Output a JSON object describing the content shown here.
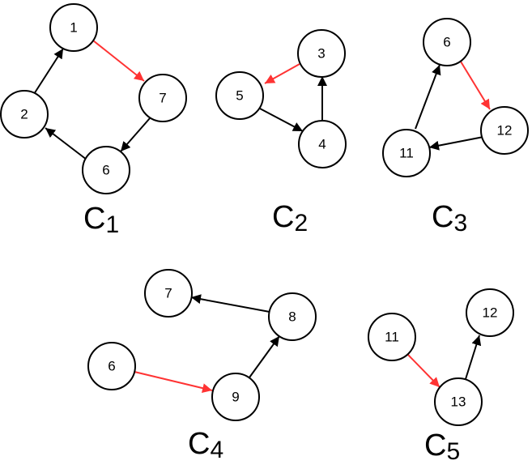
{
  "colors": {
    "black": "#000000",
    "red": "#ff3333"
  },
  "graphs": [
    {
      "id": "c1",
      "label": "C",
      "sub": "1",
      "nodes": {
        "n1": "1",
        "n2": "2",
        "n6": "6",
        "n7": "7"
      },
      "edges": [
        {
          "from": "2",
          "to": "1",
          "color": "black"
        },
        {
          "from": "1",
          "to": "7",
          "color": "red"
        },
        {
          "from": "7",
          "to": "6",
          "color": "black"
        },
        {
          "from": "6",
          "to": "2",
          "color": "black"
        }
      ]
    },
    {
      "id": "c2",
      "label": "C",
      "sub": "2",
      "nodes": {
        "n3": "3",
        "n4": "4",
        "n5": "5"
      },
      "edges": [
        {
          "from": "3",
          "to": "5",
          "color": "red"
        },
        {
          "from": "5",
          "to": "4",
          "color": "black"
        },
        {
          "from": "4",
          "to": "3",
          "color": "black"
        }
      ]
    },
    {
      "id": "c3",
      "label": "C",
      "sub": "3",
      "nodes": {
        "n6": "6",
        "n11": "11",
        "n12": "12"
      },
      "edges": [
        {
          "from": "6",
          "to": "12",
          "color": "red"
        },
        {
          "from": "12",
          "to": "11",
          "color": "black"
        },
        {
          "from": "11",
          "to": "6",
          "color": "black"
        }
      ]
    },
    {
      "id": "c4",
      "label": "C",
      "sub": "4",
      "nodes": {
        "n6": "6",
        "n7": "7",
        "n8": "8",
        "n9": "9"
      },
      "edges": [
        {
          "from": "6",
          "to": "9",
          "color": "red"
        },
        {
          "from": "9",
          "to": "8",
          "color": "black"
        },
        {
          "from": "8",
          "to": "7",
          "color": "black"
        }
      ]
    },
    {
      "id": "c5",
      "label": "C",
      "sub": "5",
      "nodes": {
        "n11": "11",
        "n12": "12",
        "n13": "13"
      },
      "edges": [
        {
          "from": "11",
          "to": "13",
          "color": "red"
        },
        {
          "from": "13",
          "to": "12",
          "color": "black"
        }
      ]
    }
  ]
}
